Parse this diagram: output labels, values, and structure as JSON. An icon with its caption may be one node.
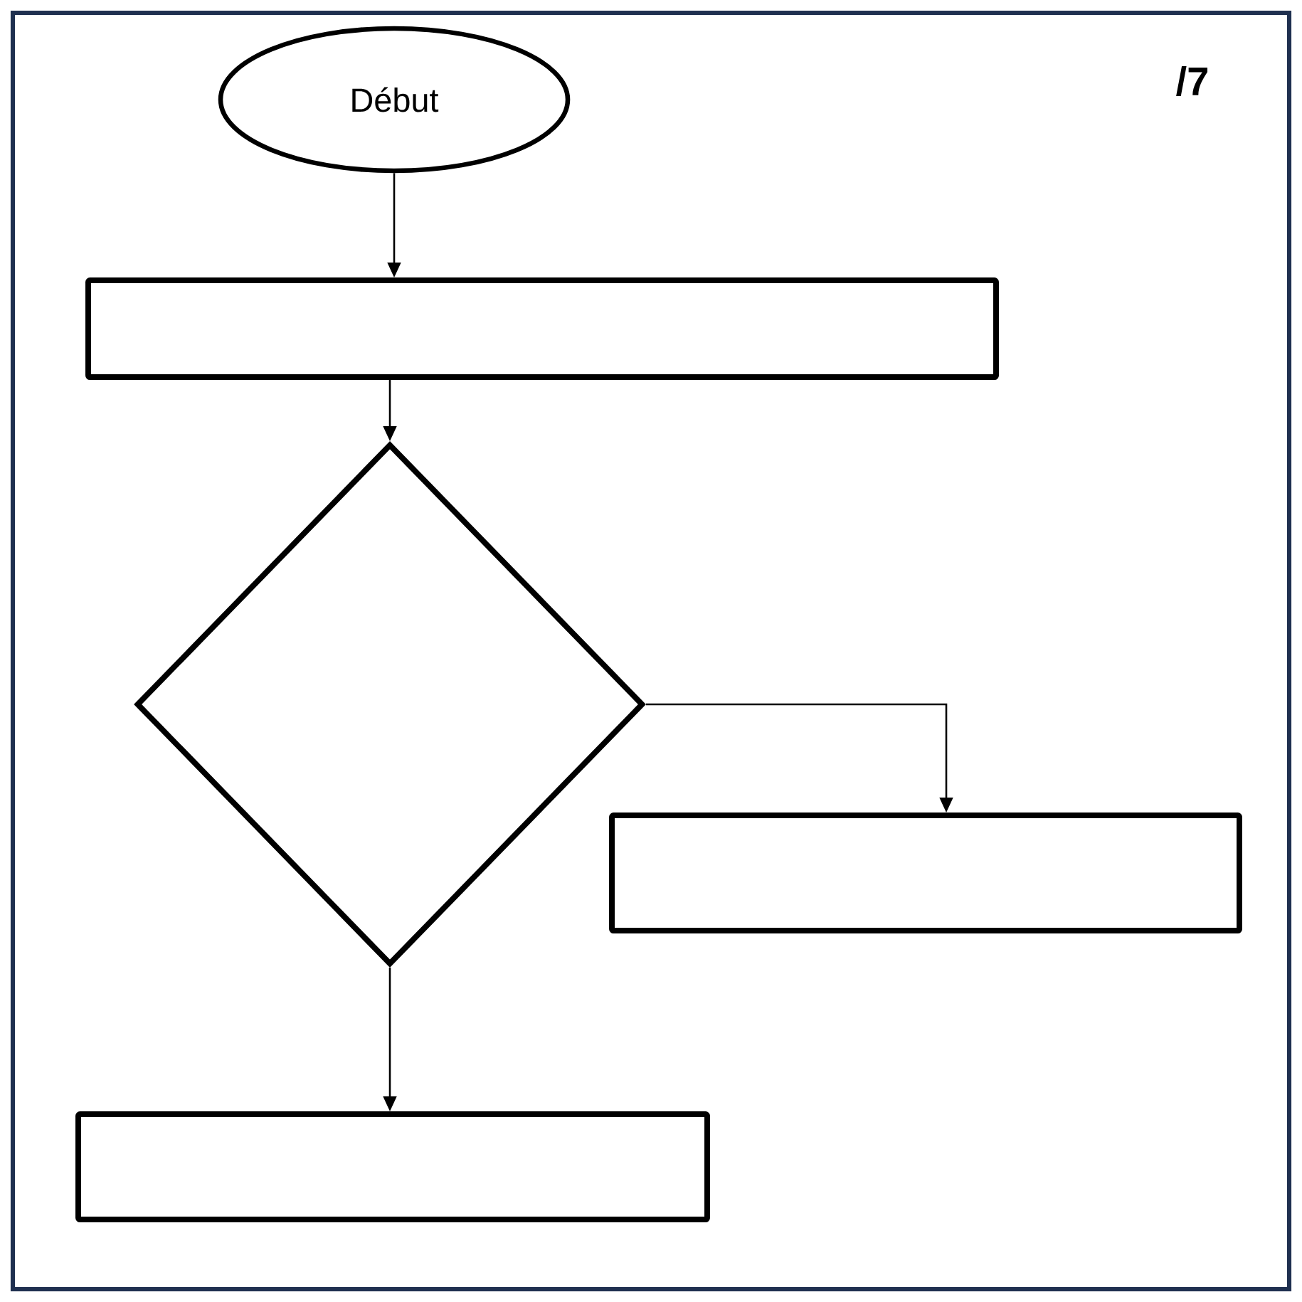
{
  "diagram": {
    "nodes": [
      {
        "text": [
          "Début"
        ]
      },
      {
        "text": [],
        "shape": "box"
      },
      {
        "text": [],
        "shape": "diamond"
      },
      {
        "text": [],
        "shape": "box"
      },
      {
        "text": [],
        "shape": "box"
      }
    ],
    "edges": [
      {
        "from": 0,
        "to": 1,
        "arrow": "to"
      },
      {
        "from": 1,
        "to": 2,
        "arrow": "to"
      },
      {
        "from": 2,
        "to": 3,
        "arrow": "to"
      },
      {
        "from": 2,
        "to": 4,
        "arrow": "to"
      }
    ],
    "labels": [
      "/7"
    ]
  }
}
